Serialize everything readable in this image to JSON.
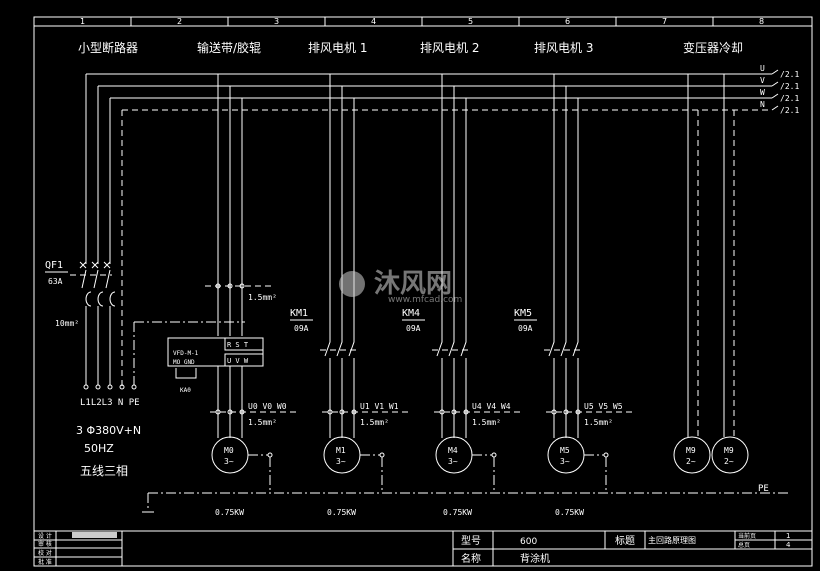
{
  "grid_numbers": [
    "1",
    "2",
    "3",
    "4",
    "5",
    "6",
    "7",
    "8"
  ],
  "sections": {
    "breaker": "小型断路器",
    "conveyor": "输送带/胶辊",
    "fan1": "排风电机 1",
    "fan2": "排风电机 2",
    "fan3": "排风电机 3",
    "transformer": "变压器冷却"
  },
  "bus": {
    "U": "U",
    "V": "V",
    "W": "W",
    "N": "N",
    "ref": "/2.1"
  },
  "qf": {
    "name": "QF1",
    "rating": "63A",
    "wire": "10mm²"
  },
  "supply": {
    "terminals": "L1L2L3 N PE",
    "spec1": "3 Φ380V+N",
    "spec2": "50HZ",
    "spec3": "五线三相"
  },
  "wire_section": "1.5mm²",
  "contactors": [
    {
      "name": "KM1",
      "rating": "09A"
    },
    {
      "name": "KM4",
      "rating": "09A"
    },
    {
      "name": "KM5",
      "rating": "09A"
    }
  ],
  "vfd": {
    "name": "VFD-M-1",
    "pins": "MO  GND",
    "rst": "R S T",
    "uvw": "U V W",
    "relay": "KA0"
  },
  "motors": [
    {
      "id": "M0",
      "phase": "3~",
      "terminals": "U0  V0  W0",
      "power": "0.75KW"
    },
    {
      "id": "M1",
      "phase": "3~",
      "terminals": "U1  V1  W1",
      "power": "0.75KW"
    },
    {
      "id": "M4",
      "phase": "3~",
      "terminals": "U4  V4  W4",
      "power": "0.75KW"
    },
    {
      "id": "M5",
      "phase": "3~",
      "terminals": "U5  V5  W5",
      "power": "0.75KW"
    },
    {
      "id": "M9",
      "phase": "2~"
    },
    {
      "id": "M9",
      "phase": "2~"
    }
  ],
  "pe_label": "PE",
  "watermark": {
    "brand": "沐风网",
    "url": "www.mfcad.com"
  },
  "title_block": {
    "left_rows": [
      "设 计",
      "审 核",
      "校 对",
      "批 准"
    ],
    "model_label": "型号",
    "model_value": "600",
    "title_label": "标题",
    "title_value": "主回路原理图",
    "name_label": "名称",
    "name_value": "背涂机",
    "page_label": "当前页",
    "page_value": "1",
    "total_label": "总页",
    "total_value": "4"
  }
}
